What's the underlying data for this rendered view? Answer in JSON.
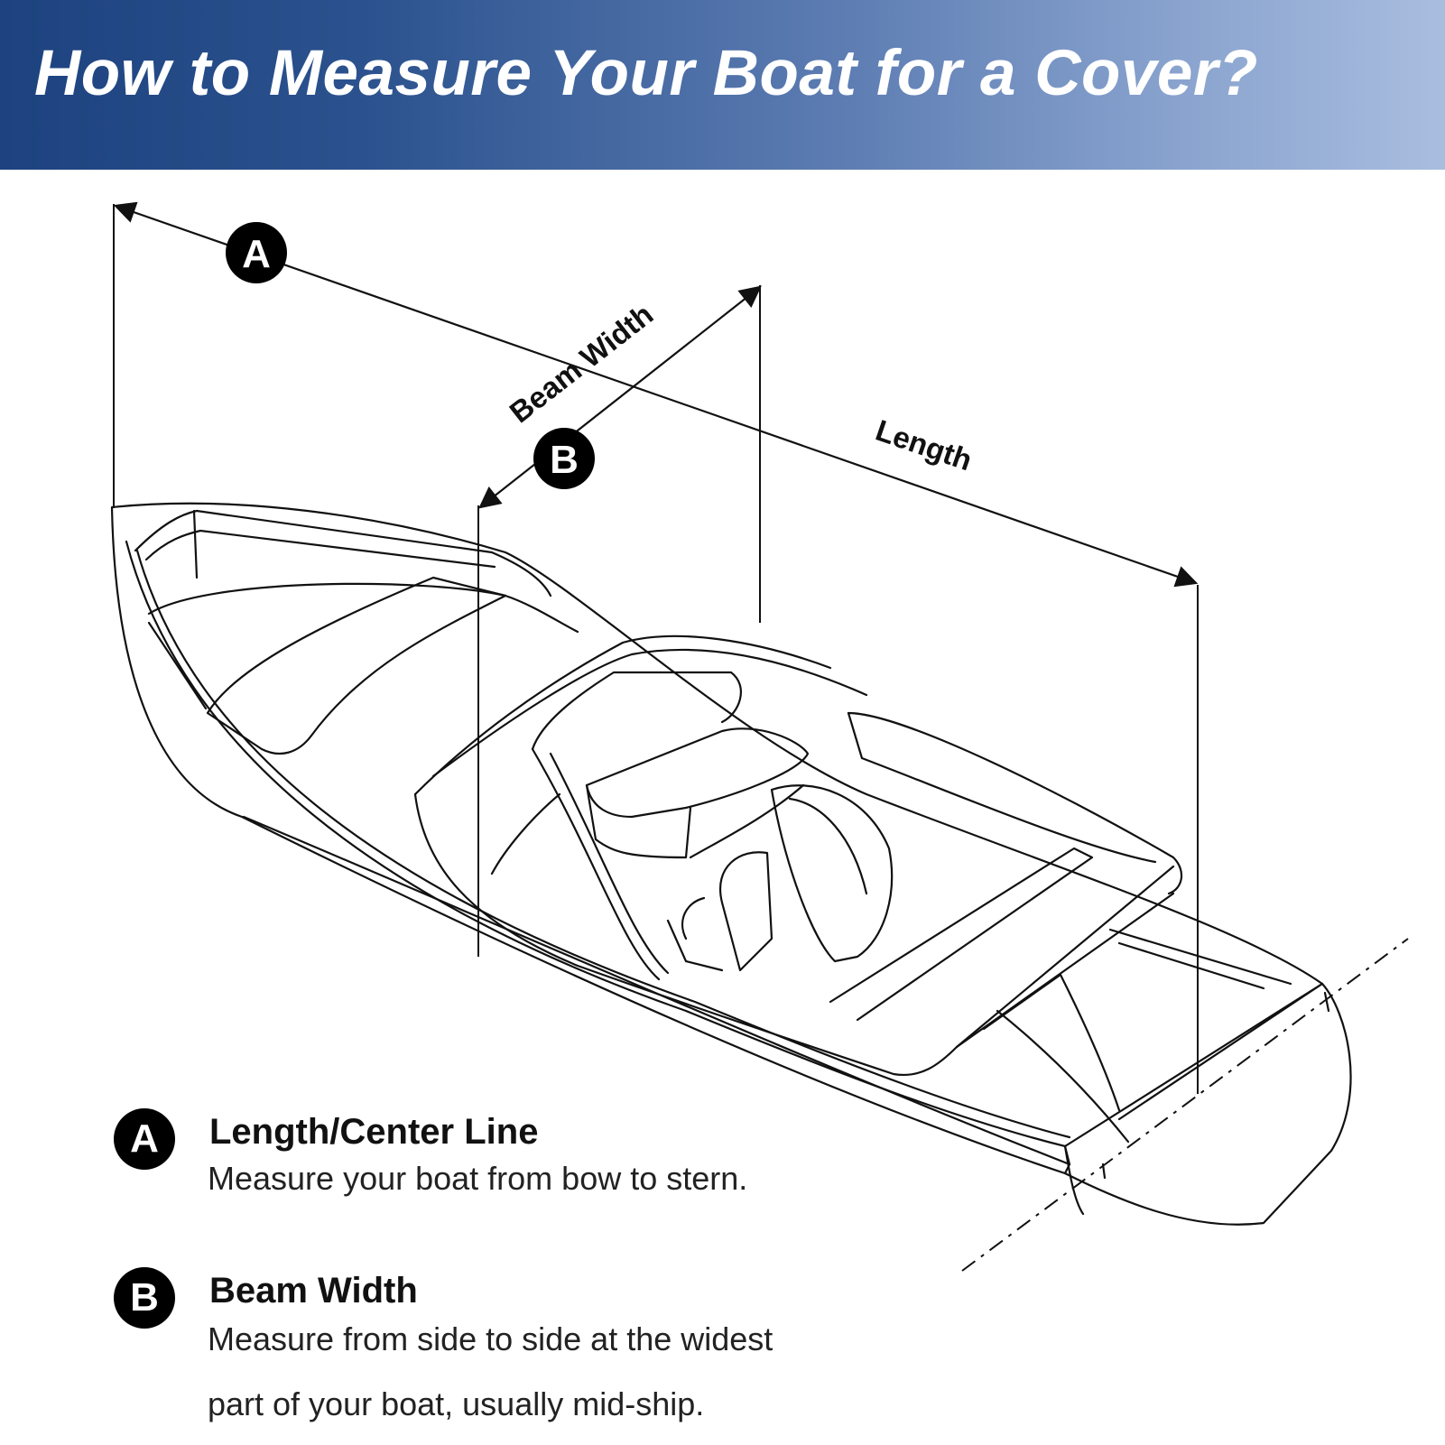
{
  "header": {
    "title": "How to Measure Your Boat for a Cover?"
  },
  "diagram": {
    "marker_a": "A",
    "marker_b": "B",
    "beam_label": "Beam Width",
    "length_label": "Length"
  },
  "legend": [
    {
      "badge": "A",
      "heading": "Length/Center Line",
      "lines": [
        "Measure your boat from bow to stern."
      ]
    },
    {
      "badge": "B",
      "heading": "Beam Width",
      "lines": [
        "Measure from side to side at the widest",
        "part of your boat, usually mid-ship."
      ]
    }
  ],
  "colors": {
    "banner_start": "#1d427f",
    "banner_end": "#a9bddf",
    "ink": "#111111"
  }
}
